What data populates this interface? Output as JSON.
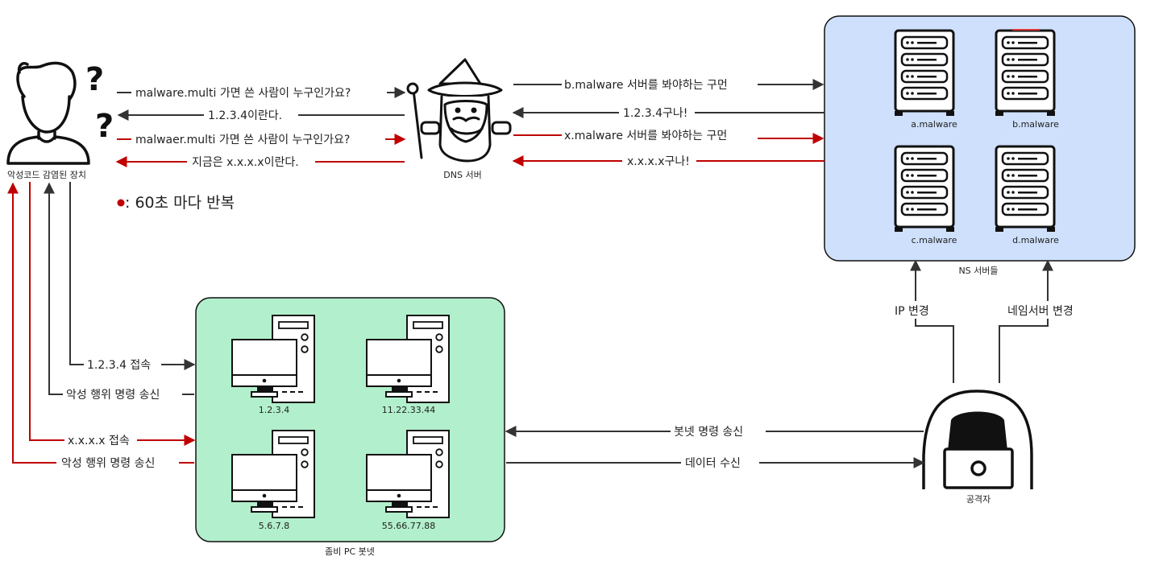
{
  "dns_queries": {
    "q1": "malware.multi 가면 쓴 사람이 누구인가요?",
    "r1": "1.2.3.4이란다.",
    "q2": "malwaer.multi 가면 쓴 사람이 누구인가요?",
    "r2": "지금은 x.x.x.x이란다."
  },
  "ns_exchange": {
    "q1": "b.malware 서버를 봐야하는 구먼",
    "r1": "1.2.3.4구나!",
    "q2": "x.malware 서버를 봐야하는 구먼",
    "r2": "x.x.x.x구나!"
  },
  "nodes": {
    "infected": "악성코드 감염된 장치",
    "dns": "DNS 서버",
    "ns_group": "NS 서버들",
    "botnet": "좀비 PC 봇넷",
    "attacker": "공격자"
  },
  "ns_servers": [
    "a.malware",
    "b.malware",
    "c.malware",
    "d.malware"
  ],
  "bots": [
    "1.2.3.4",
    "11.22.33.44",
    "5.6.7.8",
    "55.66.77.88"
  ],
  "repeat_note": ": 60초 마다 반복",
  "device_links": {
    "c1": "1.2.3.4 접속",
    "s1": "악성 행위 명령 송신",
    "c2": "x.x.x.x 접속",
    "s2": "악성 행위 명령 송신"
  },
  "attacker_links": {
    "ip_change": "IP 변경",
    "ns_change": "네임서버 변경",
    "botnet_cmd": "봇넷  명령 송신",
    "data_recv": "데이터 수신"
  },
  "colors": {
    "dark_arrow": "#333333",
    "red_arrow": "#c00000",
    "ns_fill": "#cfe0fc",
    "botnet_fill": "#b2efcc"
  }
}
